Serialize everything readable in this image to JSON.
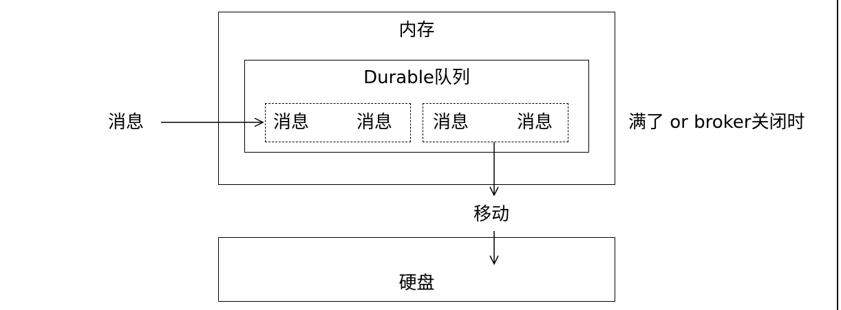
{
  "memory": {
    "title": "内存"
  },
  "queue": {
    "title": "Durable队列",
    "groups": [
      {
        "messages": [
          "消息",
          "消息"
        ]
      },
      {
        "messages": [
          "消息",
          "消息"
        ]
      }
    ]
  },
  "incoming_message": "消息",
  "condition": "满了 or broker关闭时",
  "move_label": "移动",
  "disk": {
    "title": "硬盘"
  }
}
